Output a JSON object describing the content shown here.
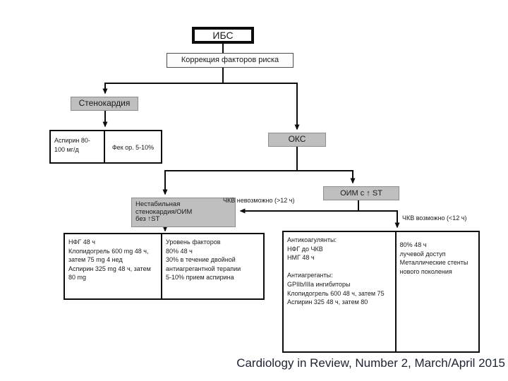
{
  "colors": {
    "gray_box_fill": "#bfbfbf",
    "line_color": "#0d0d0d",
    "caption_text": "#1c2433"
  },
  "nodes": {
    "ibs": "ИБС",
    "risk_correction": "Коррекция факторов риска",
    "angina": "Стенокардия",
    "angina_aspirin": "Аспирин 80-100 мг/д",
    "angina_fek": "Фек ор. 5-10%",
    "acs": "ОКС",
    "unstable": "Нестабильная\nстенокардия/ОИМ\nбез ↑ST",
    "stemi": "ОИМ с ↑ ST",
    "therapy_unstable": "НФГ 48 ч\nКлопидогрель 600 mg 48 ч, затем 75 mg 4 нед\nАспирин 325 mg 48 ч, затем 80 mg",
    "therapy_factors": "Уровень факторов\n80% 48 ч\n30% в течение двойной антиагрегантной терапии\n5-10% прием аспирина",
    "therapy_stemi": "Антикоагулянты:\nНФГ до ЧКВ\nНМГ 48 ч\n\nАнтиагреганты:\nGPIIb/IIIa ингибиторы\nКлопидогрель 600 48 ч, затем 75\nАспирин 325 48 ч, затем 80",
    "therapy_pci": "80% 48 ч\nлучевой доступ\nМеталлические стенты нового поколения"
  },
  "edges": {
    "pci_impossible": "ЧКВ невозможно (>12 ч)",
    "pci_possible": "ЧКВ возможно (<12 ч)"
  },
  "caption": "Cardiology in Review, Number 2, March/April 2015"
}
